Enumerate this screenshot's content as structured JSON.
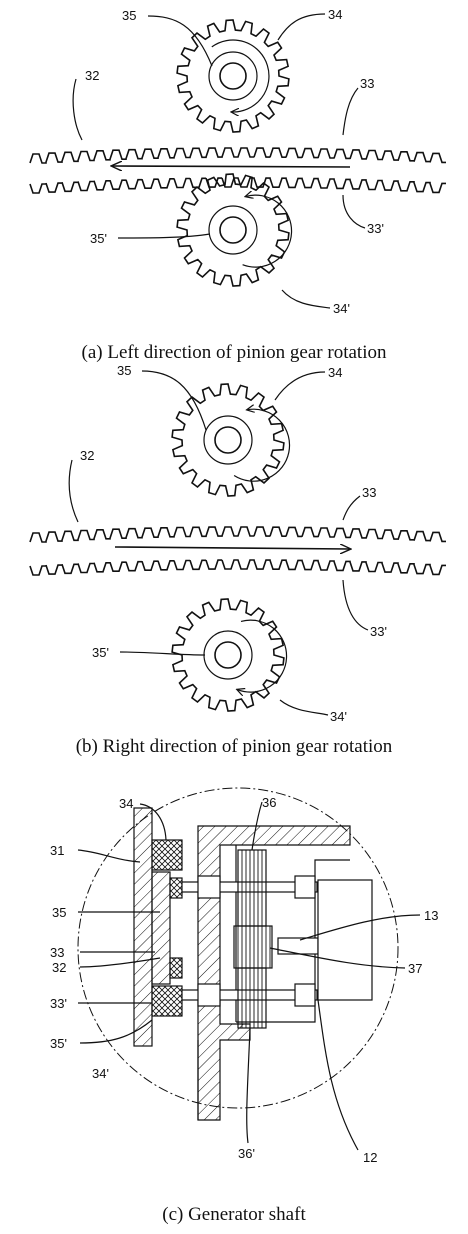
{
  "panels": [
    {
      "caption": "(a) Left direction of pinion gear rotation",
      "labels": {
        "upper_gear": "34",
        "upper_hub": "35",
        "rack_left": "32",
        "upper_rack": "33",
        "lower_rack": "33'",
        "lower_hub": "35'",
        "lower_gear": "34'"
      },
      "rack_motion": "left",
      "upper_rotation": "clockwise",
      "lower_rotation": "counterclockwise"
    },
    {
      "caption": "(b) Right direction of pinion gear rotation",
      "labels": {
        "upper_gear": "34",
        "upper_hub": "35",
        "rack_left": "32",
        "upper_rack": "33",
        "lower_rack": "33'",
        "lower_hub": "35'",
        "lower_gear": "34'"
      },
      "rack_motion": "right",
      "upper_rotation": "counterclockwise",
      "lower_rotation": "clockwise"
    }
  ],
  "section": {
    "caption": "(c) Generator shaft",
    "labels": {
      "l34": "34",
      "l36": "36",
      "l31": "31",
      "l35": "35",
      "l13": "13",
      "l33": "33",
      "l32": "32",
      "l37": "37",
      "l33p": "33'",
      "l35p": "35'",
      "l34p": "34'",
      "l36p": "36'",
      "l12": "12"
    }
  }
}
